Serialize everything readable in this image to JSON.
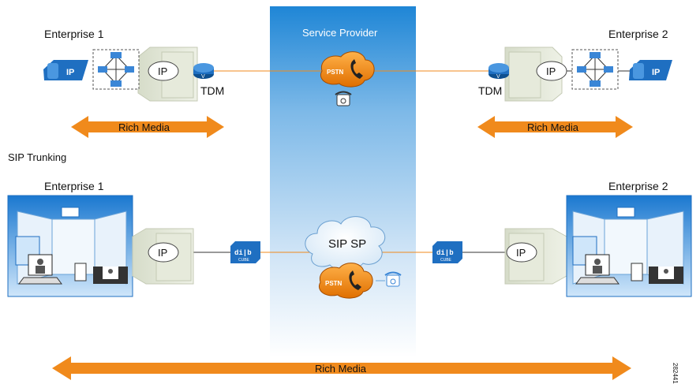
{
  "labels": {
    "service_provider": "Service Provider",
    "enterprise_1_top": "Enterprise 1",
    "enterprise_2_top": "Enterprise 2",
    "tdm_left": "TDM",
    "tdm_right": "TDM",
    "sip_trunking": "SIP Trunking",
    "enterprise_1_bottom": "Enterprise 1",
    "enterprise_2_bottom": "Enterprise 2",
    "sip_sp": "SIP SP",
    "pstn": "PSTN",
    "ip": "IP",
    "rich_media": "Rich Media",
    "cube": "CUBE",
    "figure_id": "282441"
  },
  "colors": {
    "orange": "#f08a1c",
    "blue": "#1f6fc1",
    "sp_band": "#b8d8f2"
  }
}
